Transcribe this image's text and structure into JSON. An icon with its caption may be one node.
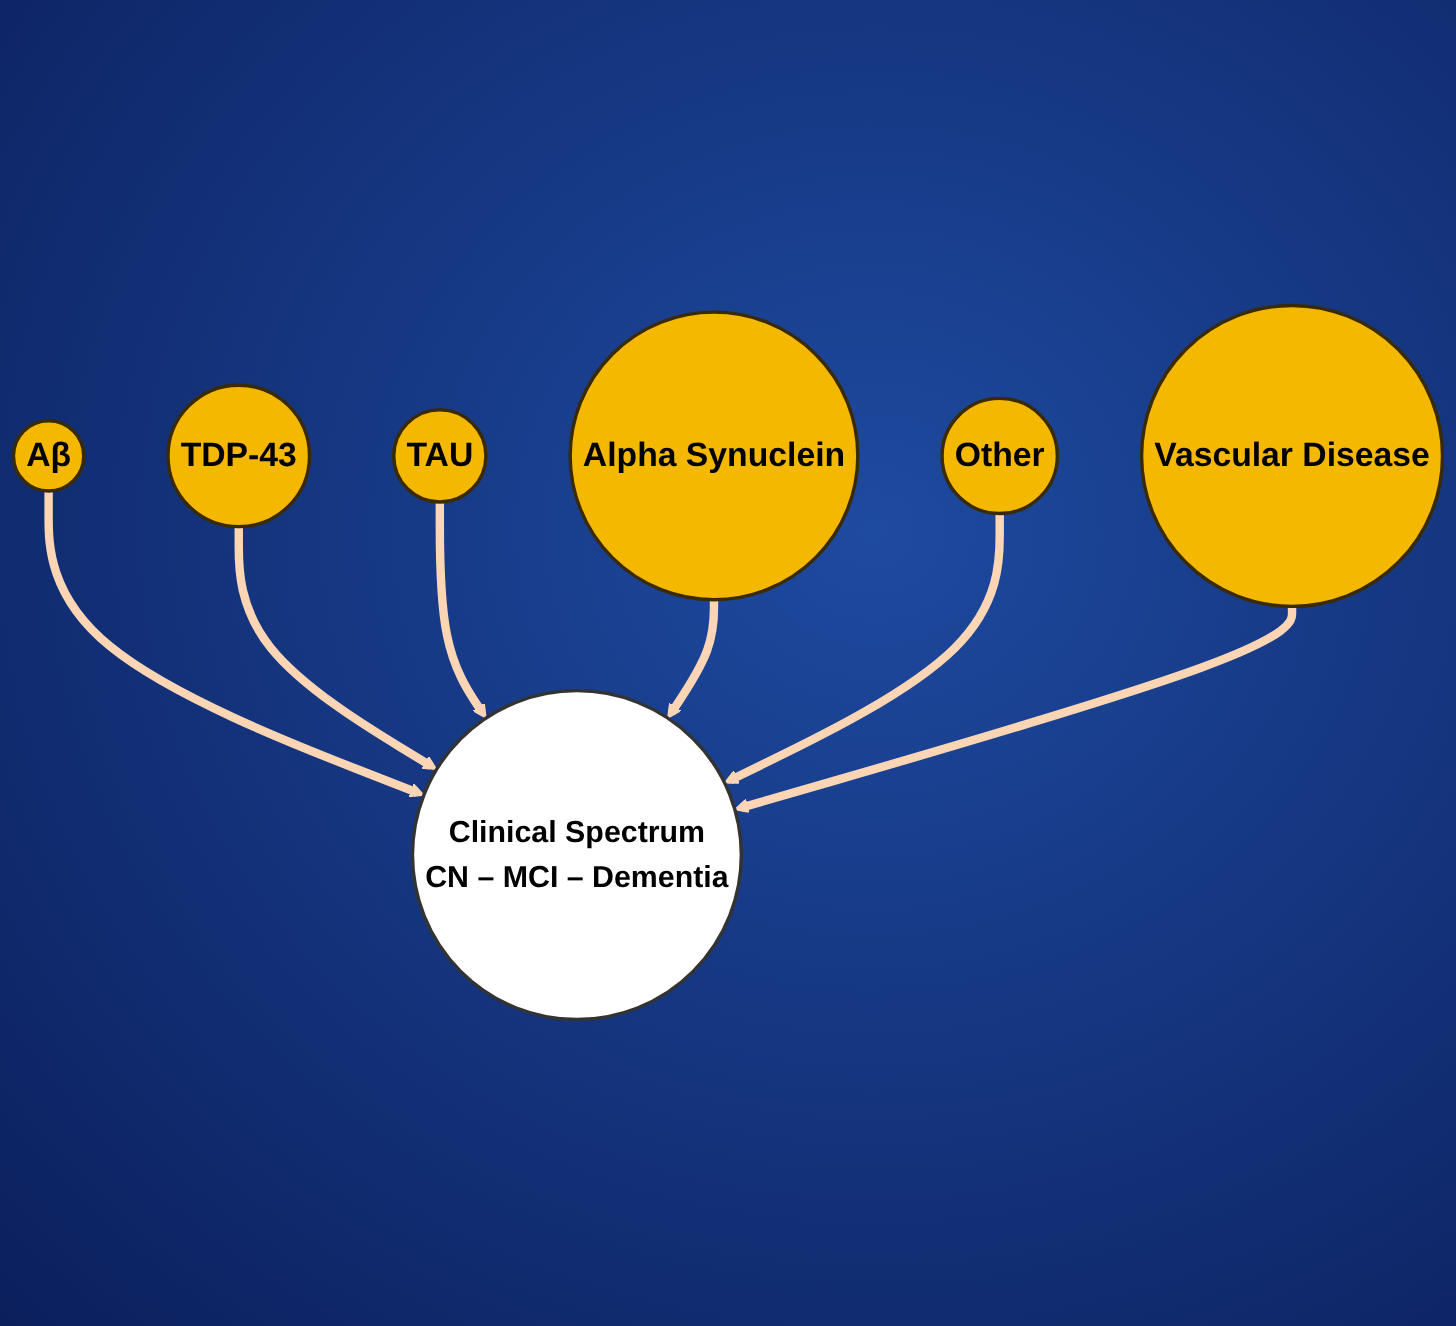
{
  "diagram": {
    "nodes": [
      {
        "text": [
          "Aβ"
        ]
      },
      {
        "text": [
          "TDP-43"
        ]
      },
      {
        "text": [
          "TAU"
        ]
      },
      {
        "text": [
          "Clinical Spectrum",
          "CN – MCI – Dementia"
        ]
      },
      {
        "text": [
          "Alpha Synuclein"
        ]
      },
      {
        "text": [
          "Other"
        ]
      },
      {
        "text": [
          "Vascular Disease"
        ]
      }
    ],
    "edges": [
      {
        "from": 0,
        "to": 3,
        "arrow": "to"
      },
      {
        "from": 1,
        "to": 3,
        "arrow": "to"
      },
      {
        "from": 2,
        "to": 3,
        "arrow": "to"
      },
      {
        "from": 4,
        "to": 3,
        "arrow": "to"
      },
      {
        "from": 5,
        "to": 3,
        "arrow": "to"
      },
      {
        "from": 6,
        "to": 3,
        "arrow": "to"
      }
    ]
  }
}
